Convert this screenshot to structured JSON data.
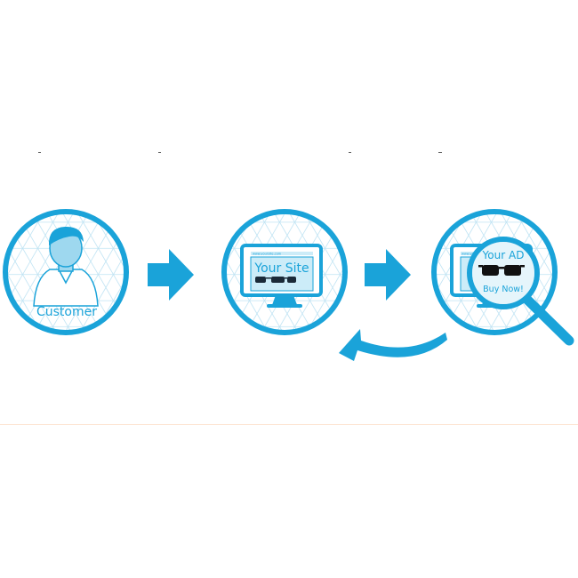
{
  "colors": {
    "accent": "#1aa3d9",
    "accent_light": "#ccecf8",
    "pattern": "#bfe3f3",
    "panel_fill": "#ffffff",
    "divider": "#fde3cf"
  },
  "steps": [
    {
      "id": "customer",
      "icon": "customer-person-icon",
      "label": "Customer"
    },
    {
      "id": "site",
      "icon": "monitor-icon",
      "screen_title": "Your Site",
      "url_text": "www.yoursite.com",
      "product_icon": "glasses-icon"
    },
    {
      "id": "retarget",
      "icon": "magnifying-glass-icon",
      "ad_title": "Your AD",
      "ad_cta": "Buy Now!",
      "url_text": "www.yoursite.com",
      "product_icon": "glasses-icon"
    }
  ],
  "connectors": [
    {
      "from": "customer",
      "to": "site",
      "icon": "arrow-right-icon"
    },
    {
      "from": "site",
      "to": "retarget",
      "icon": "arrow-right-icon"
    },
    {
      "from": "retarget",
      "to": "site",
      "icon": "curved-return-arrow-icon"
    }
  ]
}
